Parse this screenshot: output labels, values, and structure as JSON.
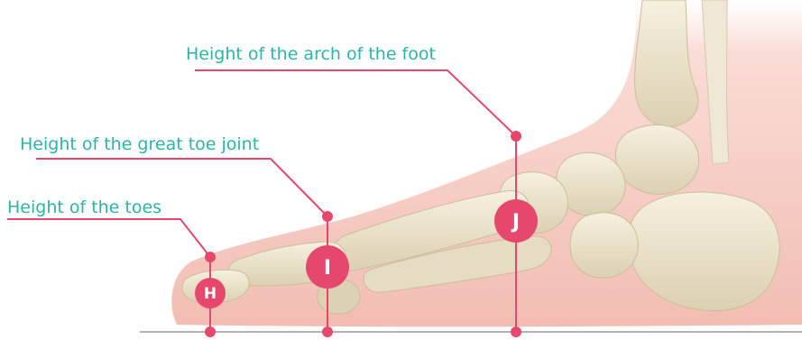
{
  "colors": {
    "label_text": "#2ab5a5",
    "marker": "#e5486c",
    "badge_text": "#ffffff",
    "ground_line": "#999999",
    "skin": "#f6cbc3",
    "bone": "#ece3cc"
  },
  "measurements": [
    {
      "key": "h",
      "label": "Height of the toes",
      "marker": "H"
    },
    {
      "key": "i",
      "label": "Height of the great toe joint",
      "marker": "I"
    },
    {
      "key": "j",
      "label": "Height of the arch of the foot",
      "marker": "J"
    }
  ]
}
